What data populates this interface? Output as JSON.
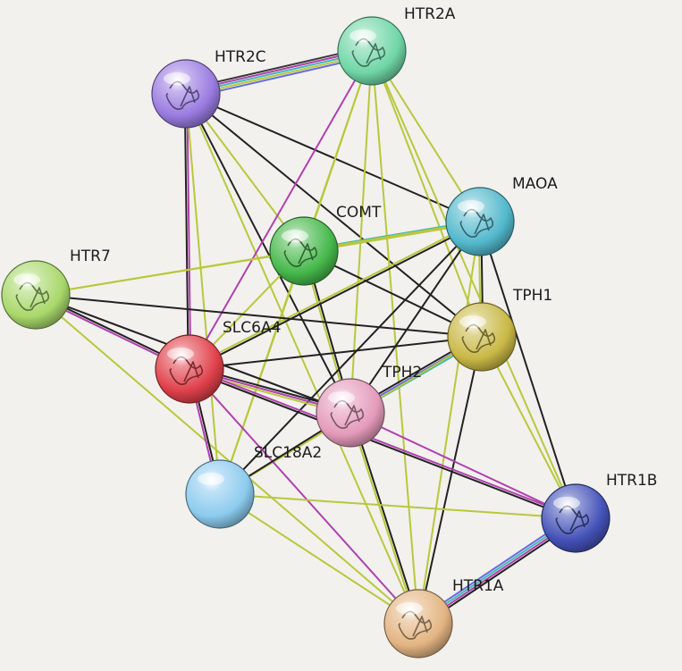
{
  "nodes": [
    {
      "id": "HTR2A",
      "label": "HTR2A",
      "color": "#6fd6a6",
      "structure": true
    },
    {
      "id": "HTR2C",
      "label": "HTR2C",
      "color": "#9a7be0",
      "structure": true
    },
    {
      "id": "MAOA",
      "label": "MAOA",
      "color": "#52b8cc",
      "structure": true
    },
    {
      "id": "COMT",
      "label": "COMT",
      "color": "#46b84a",
      "structure": true
    },
    {
      "id": "HTR7",
      "label": "HTR7",
      "color": "#a8d86a",
      "structure": true
    },
    {
      "id": "TPH1",
      "label": "TPH1",
      "color": "#c9b845",
      "structure": true
    },
    {
      "id": "SLC6A4",
      "label": "SLC6A4",
      "color": "#e0404a",
      "structure": true
    },
    {
      "id": "TPH2",
      "label": "TPH2",
      "color": "#e49aba",
      "structure": true
    },
    {
      "id": "SLC18A2",
      "label": "SLC18A2",
      "color": "#8ccbee",
      "structure": false
    },
    {
      "id": "HTR1B",
      "label": "HTR1B",
      "color": "#4452b8",
      "structure": true
    },
    {
      "id": "HTR1A",
      "label": "HTR1A",
      "color": "#e3b482",
      "structure": true
    }
  ],
  "edges": [
    {
      "a": "HTR2C",
      "b": "HTR2A",
      "colors": [
        "#3a3a3a",
        "#b040b0",
        "#40b8b8",
        "#b8c83c",
        "#6a6ae0"
      ]
    },
    {
      "a": "HTR2C",
      "b": "MAOA",
      "colors": [
        "#222222"
      ]
    },
    {
      "a": "HTR2C",
      "b": "COMT",
      "colors": [
        "#b8c83c"
      ]
    },
    {
      "a": "HTR2C",
      "b": "TPH1",
      "colors": [
        "#222222"
      ]
    },
    {
      "a": "HTR2C",
      "b": "TPH2",
      "colors": [
        "#222222"
      ]
    },
    {
      "a": "HTR2C",
      "b": "SLC6A4",
      "colors": [
        "#b040b0",
        "#222222"
      ]
    },
    {
      "a": "HTR2C",
      "b": "HTR1A",
      "colors": [
        "#b8c83c"
      ]
    },
    {
      "a": "HTR2C",
      "b": "SLC18A2",
      "colors": [
        "#b8c83c"
      ]
    },
    {
      "a": "HTR2A",
      "b": "MAOA",
      "colors": [
        "#b8c83c"
      ]
    },
    {
      "a": "HTR2A",
      "b": "COMT",
      "colors": [
        "#b8c83c"
      ]
    },
    {
      "a": "HTR2A",
      "b": "TPH1",
      "colors": [
        "#b8c83c"
      ]
    },
    {
      "a": "HTR2A",
      "b": "TPH2",
      "colors": [
        "#b8c83c"
      ]
    },
    {
      "a": "HTR2A",
      "b": "SLC6A4",
      "colors": [
        "#b040b0"
      ]
    },
    {
      "a": "HTR2A",
      "b": "SLC18A2",
      "colors": [
        "#b8c83c"
      ]
    },
    {
      "a": "HTR2A",
      "b": "HTR1B",
      "colors": [
        "#b8c83c"
      ]
    },
    {
      "a": "HTR2A",
      "b": "HTR1A",
      "colors": [
        "#b8c83c"
      ]
    },
    {
      "a": "COMT",
      "b": "MAOA",
      "colors": [
        "#40b8b8",
        "#b8c83c"
      ]
    },
    {
      "a": "COMT",
      "b": "TPH1",
      "colors": [
        "#222222"
      ]
    },
    {
      "a": "COMT",
      "b": "TPH2",
      "colors": [
        "#222222",
        "#b8c83c"
      ]
    },
    {
      "a": "COMT",
      "b": "SLC6A4",
      "colors": [
        "#b8c83c"
      ]
    },
    {
      "a": "COMT",
      "b": "HTR7",
      "colors": [
        "#b8c83c"
      ]
    },
    {
      "a": "COMT",
      "b": "SLC18A2",
      "colors": [
        "#b8c83c"
      ]
    },
    {
      "a": "MAOA",
      "b": "TPH1",
      "colors": [
        "#222222",
        "#b8c83c"
      ]
    },
    {
      "a": "MAOA",
      "b": "TPH2",
      "colors": [
        "#222222"
      ]
    },
    {
      "a": "MAOA",
      "b": "SLC6A4",
      "colors": [
        "#222222",
        "#b8c83c"
      ]
    },
    {
      "a": "MAOA",
      "b": "SLC18A2",
      "colors": [
        "#222222"
      ]
    },
    {
      "a": "MAOA",
      "b": "HTR1B",
      "colors": [
        "#222222"
      ]
    },
    {
      "a": "MAOA",
      "b": "HTR1A",
      "colors": [
        "#b8c83c"
      ]
    },
    {
      "a": "MAOA",
      "b": "HTR7",
      "colors": [
        "#b8c83c"
      ]
    },
    {
      "a": "TPH1",
      "b": "TPH2",
      "colors": [
        "#40b8b8",
        "#6a6ae0",
        "#222222"
      ]
    },
    {
      "a": "TPH1",
      "b": "SLC6A4",
      "colors": [
        "#222222"
      ]
    },
    {
      "a": "TPH1",
      "b": "HTR1A",
      "colors": [
        "#222222"
      ]
    },
    {
      "a": "TPH1",
      "b": "HTR1B",
      "colors": [
        "#b8c83c"
      ]
    },
    {
      "a": "TPH1",
      "b": "SLC18A2",
      "colors": [
        "#b8c83c"
      ]
    },
    {
      "a": "HTR7",
      "b": "SLC6A4",
      "colors": [
        "#222222",
        "#b040b0"
      ]
    },
    {
      "a": "HTR7",
      "b": "TPH2",
      "colors": [
        "#222222"
      ]
    },
    {
      "a": "HTR7",
      "b": "TPH1",
      "colors": [
        "#222222"
      ]
    },
    {
      "a": "HTR7",
      "b": "HTR1A",
      "colors": [
        "#b8c83c"
      ]
    },
    {
      "a": "SLC6A4",
      "b": "TPH2",
      "colors": [
        "#222222",
        "#b040b0",
        "#b8c83c"
      ]
    },
    {
      "a": "SLC6A4",
      "b": "SLC18A2",
      "colors": [
        "#222222",
        "#b040b0"
      ]
    },
    {
      "a": "SLC6A4",
      "b": "HTR1A",
      "colors": [
        "#b040b0"
      ]
    },
    {
      "a": "SLC6A4",
      "b": "HTR1B",
      "colors": [
        "#b040b0",
        "#222222"
      ]
    },
    {
      "a": "TPH2",
      "b": "SLC18A2",
      "colors": [
        "#222222"
      ]
    },
    {
      "a": "TPH2",
      "b": "HTR1A",
      "colors": [
        "#222222",
        "#b8c83c"
      ]
    },
    {
      "a": "TPH2",
      "b": "HTR1B",
      "colors": [
        "#b040b0"
      ]
    },
    {
      "a": "SLC18A2",
      "b": "HTR1B",
      "colors": [
        "#b8c83c"
      ]
    },
    {
      "a": "SLC18A2",
      "b": "HTR1A",
      "colors": [
        "#b8c83c"
      ]
    },
    {
      "a": "HTR1B",
      "b": "HTR1A",
      "colors": [
        "#222222",
        "#b040b0",
        "#40b8b8",
        "#6a6ae0"
      ]
    }
  ]
}
